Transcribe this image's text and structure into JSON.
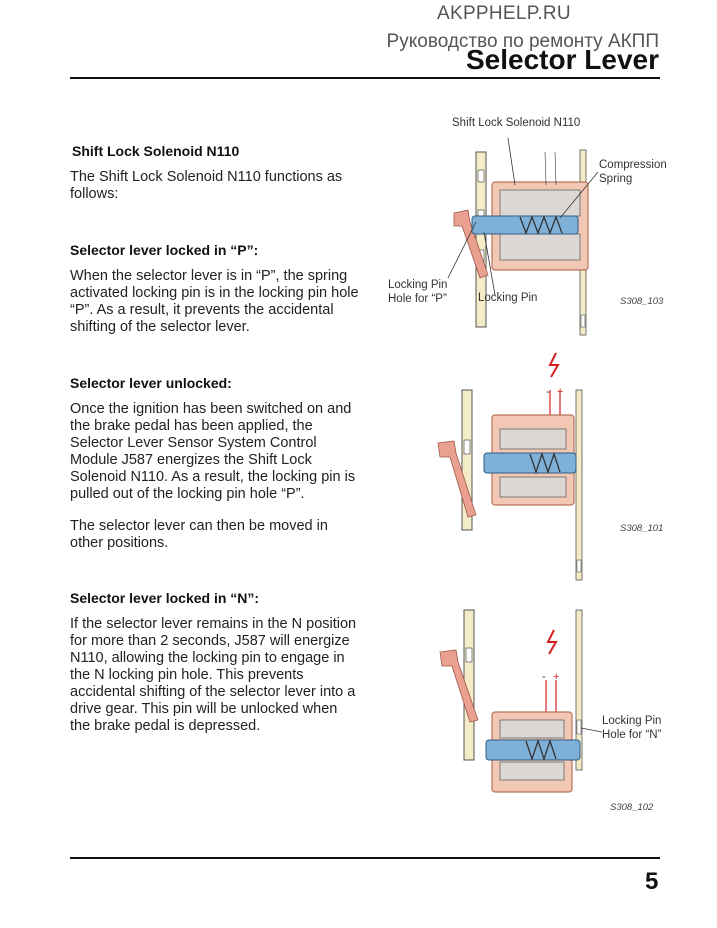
{
  "header": {
    "site": "AKPPHELP.RU",
    "subtitle": "Руководство по ремонту АКПП",
    "title": "Selector Lever"
  },
  "sections": {
    "intro": {
      "heading": "Shift Lock Solenoid N110",
      "body": "The Shift Lock Solenoid N110 functions as follows:"
    },
    "locked_p": {
      "heading": "Selector lever locked in “P”:",
      "body": "When the selector lever is in “P”, the spring activated locking pin is in the locking pin hole “P”. As a result, it prevents the accidental shifting of the selector lever."
    },
    "unlocked": {
      "heading": "Selector lever unlocked:",
      "body1": "Once the ignition has been switched on and the brake pedal has been applied, the Selector Lever Sensor System Control Module J587 energizes the Shift Lock Solenoid N110. As a result, the locking pin is pulled out of the locking pin hole “P”.",
      "body2": "The selector lever can then be moved in other positions."
    },
    "locked_n": {
      "heading": "Selector lever locked in “N”:",
      "body": "If the selector lever remains in the N position for more than 2 seconds, J587 will energize N110, allowing the locking pin to engage in the N locking pin hole.  This prevents accidental shifting of the selector lever into a drive gear.  This pin will be unlocked when the brake pedal is depressed."
    }
  },
  "figures": {
    "fig1": {
      "label_solenoid": "Shift Lock Solenoid N110",
      "label_spring": "Compression Spring",
      "label_hole_p": "Locking Pin Hole for “P”",
      "label_pin": "Locking Pin",
      "id": "S308_103"
    },
    "fig2": {
      "minus": "-",
      "plus": "+",
      "id": "S308_101"
    },
    "fig3": {
      "minus": "-",
      "plus": "+",
      "label_hole_n": "Locking Pin Hole for “N”",
      "id": "S308_102"
    }
  },
  "page_number": "5",
  "colors": {
    "housing": "#f2c7b4",
    "housing_stroke": "#b8735a",
    "lever": "#e9a090",
    "coil": "#dcd7d3",
    "pin": "#7fb0d8",
    "rail": "#f3ecc7",
    "wire_red": "#d62020"
  }
}
